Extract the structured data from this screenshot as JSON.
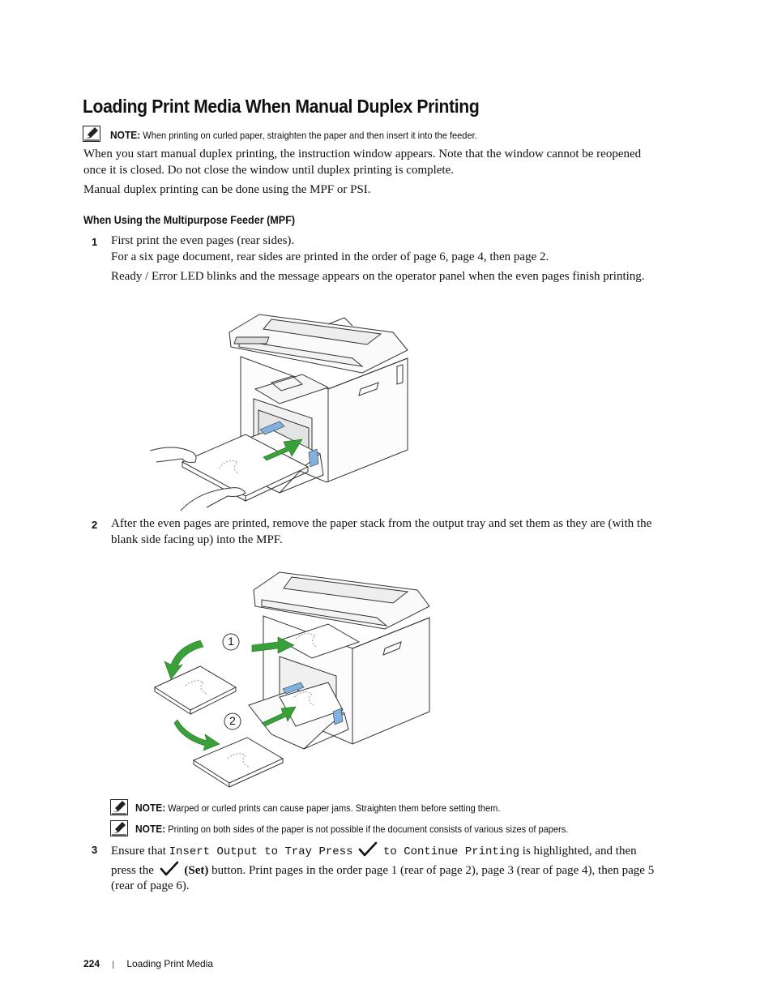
{
  "heading": "Loading Print Media When Manual Duplex Printing",
  "note1": {
    "label": "NOTE:",
    "text": "When printing on curled paper, straighten the paper and then insert it into the feeder."
  },
  "intro_p1_line1": "When you start manual duplex printing, the instruction window appears. Note that the window cannot be reopened",
  "intro_p1_line2": "once it is closed. Do not close the window until duplex printing is complete.",
  "intro_p2": "Manual duplex printing can be done using the MPF or PSI.",
  "subheading": "When Using the Multipurpose Feeder (MPF)",
  "steps": [
    {
      "num": "1",
      "line1": "First print the even pages (rear sides).",
      "line2": "For a six page document, rear sides are printed in the order of page 6, page 4, then page 2.",
      "line3": "Ready / Error LED blinks and the message appears on the operator panel when the even pages finish printing."
    },
    {
      "num": "2",
      "line1": "After the even pages are printed, remove the paper stack from the output tray and set them as they are (with the",
      "line2": "blank side facing up) into the MPF."
    },
    {
      "num": "3",
      "ensure": "Ensure that",
      "code1": "Insert Output to Tray Press",
      "code2": "to Continue Printing",
      "highlighted": "is highlighted, and then",
      "press_the": "press the",
      "set_label": "(Set)",
      "line2_rest": "button. Print pages in the order page 1 (rear of page 2), page 3 (rear of page 4), then page 5",
      "line3": "(rear of page 6)."
    }
  ],
  "note2": {
    "label": "NOTE:",
    "text": "Warped or curled prints can cause paper jams. Straighten them before setting them."
  },
  "note3": {
    "label": "NOTE:",
    "text": "Printing on both sides of the paper is not possible if the document consists of various sizes of papers."
  },
  "figure2_callouts": [
    "1",
    "2"
  ],
  "footer": {
    "page_number": "224",
    "separator": "|",
    "section": "Loading Print Media"
  },
  "colors": {
    "arrow_green": "#3aa03a",
    "guide_blue": "#7fb2e0"
  },
  "icons": [
    "note-pencil-icon",
    "checkmark-set-icon"
  ]
}
